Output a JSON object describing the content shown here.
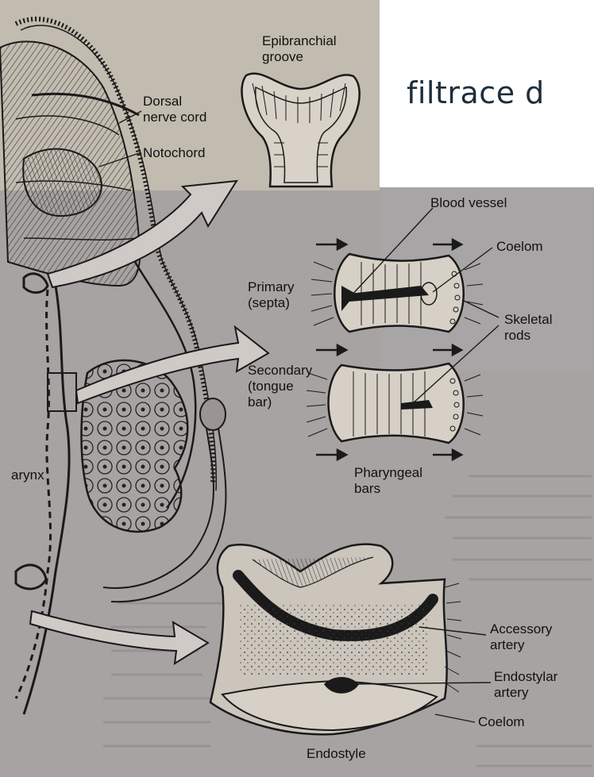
{
  "slide": {
    "title": "filtrace d"
  },
  "labels": {
    "epibranchial_groove": "Epibranchial\ngroove",
    "dorsal_nerve_cord": "Dorsal\nnerve cord",
    "notochord": "Notochord",
    "blood_vessel": "Blood vessel",
    "coelom_top": "Coelom",
    "primary_septa": "Primary\n(septa)",
    "skeletal_rods": "Skeletal\nrods",
    "secondary_tongue_bar": "Secondary\n(tongue\nbar)",
    "pharyngeal_bars": "Pharyngeal\nbars",
    "pharynx": "arynx",
    "accessory_artery": "Accessory\nartery",
    "endostylar_artery": "Endostylar\nartery",
    "coelom_bottom": "Coelom",
    "endostyle": "Endostyle"
  },
  "colors": {
    "page_top_left": "#c9c1b4",
    "page_main": "#a7a3a2",
    "slide_bg": "#4a5a6e",
    "ink": "#1a1a1a",
    "title_text": "#1d2e3c"
  }
}
